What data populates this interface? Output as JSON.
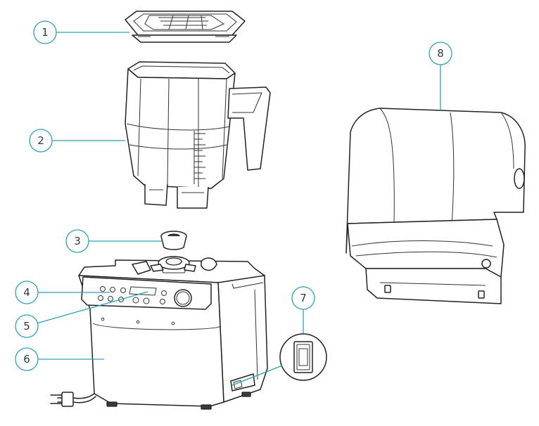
{
  "diagram": {
    "callouts": [
      {
        "number": "1",
        "part": "lid"
      },
      {
        "number": "2",
        "part": "jar"
      },
      {
        "number": "3",
        "part": "drive-coupling"
      },
      {
        "number": "4",
        "part": "control-panel"
      },
      {
        "number": "5",
        "part": "display"
      },
      {
        "number": "6",
        "part": "motor-base"
      },
      {
        "number": "7",
        "part": "power-switch"
      },
      {
        "number": "8",
        "part": "sound-enclosure"
      }
    ],
    "colors": {
      "callout": "#2aa3b8",
      "line": "#222222",
      "text": "#2b3a44"
    }
  }
}
